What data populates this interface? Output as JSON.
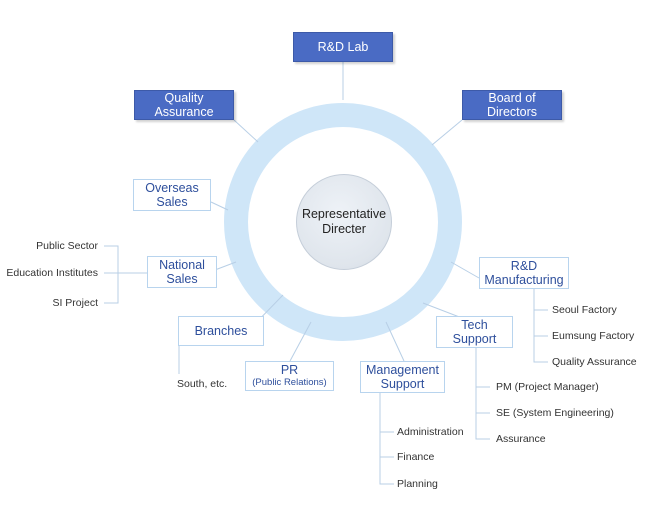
{
  "center": {
    "line1": "Representative",
    "line2": "Directer"
  },
  "nodes": {
    "rnd_lab": "R&D Lab",
    "quality_assurance": {
      "line1": "Quality",
      "line2": "Assurance"
    },
    "board": {
      "line1": "Board of",
      "line2": "Directors"
    },
    "overseas_sales": {
      "line1": "Overseas",
      "line2": "Sales"
    },
    "national_sales": {
      "line1": "National",
      "line2": "Sales"
    },
    "rnd_manufacturing": {
      "line1": "R&D",
      "line2": "Manufacturing"
    },
    "branches": "Branches",
    "pr": {
      "line1": "PR",
      "line2": "(Public Relations)"
    },
    "management_support": {
      "line1": "Management",
      "line2": "Support"
    },
    "tech_support": {
      "line1": "Tech",
      "line2": "Support"
    }
  },
  "leaves": {
    "national_sales": [
      "Public Sector",
      "Education Institutes",
      "SI Project"
    ],
    "branches": [
      "South, etc."
    ],
    "rnd_manufacturing": [
      "Seoul Factory",
      "Eumsung Factory",
      "Quality Assurance"
    ],
    "tech_support": [
      "PM (Project Manager)",
      "SE (System Engineering)",
      "Assurance"
    ],
    "management_support": [
      "Administration",
      "Finance",
      "Planning"
    ]
  },
  "colors": {
    "ring": "#cfe6f8",
    "solid_box": "#4a6bc4",
    "outline_border": "#b8d4ee",
    "outline_text": "#2e4f9c",
    "connector": "#b8cfe6"
  }
}
